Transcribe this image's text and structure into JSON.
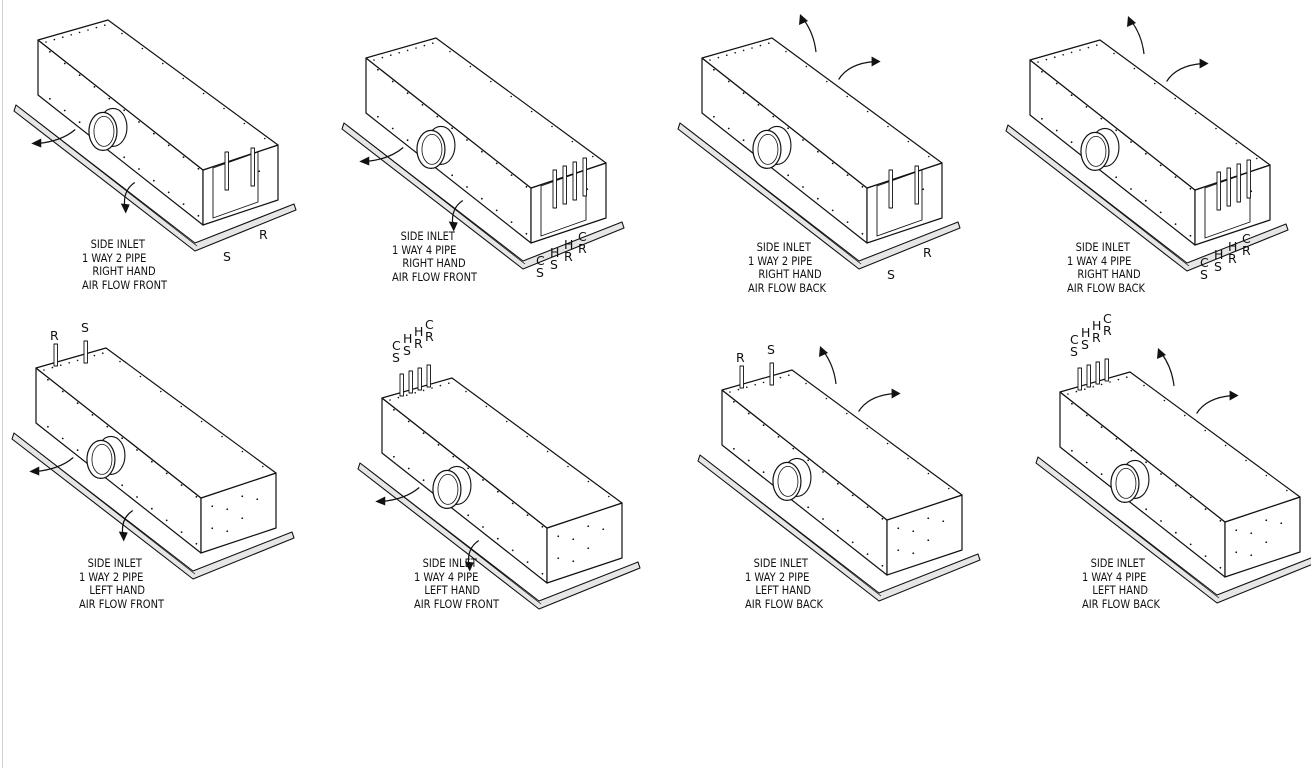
{
  "units": [
    {
      "id": "side-inlet-1way-2pipe-right-front",
      "caption": [
        "SIDE INLET",
        "1 WAY 2 PIPE",
        "RIGHT HAND",
        "AIR FLOW FRONT"
      ],
      "hand": "right",
      "airflow": "front",
      "pipe_labels": [
        "S",
        "R"
      ]
    },
    {
      "id": "side-inlet-1way-4pipe-right-front",
      "caption": [
        "SIDE INLET",
        "1 WAY 4 PIPE",
        "RIGHT HAND",
        "AIR FLOW FRONT"
      ],
      "hand": "right",
      "airflow": "front",
      "pipe_labels": [
        "C S",
        "H S",
        "H R",
        "C R"
      ]
    },
    {
      "id": "side-inlet-1way-2pipe-right-back",
      "caption": [
        "SIDE INLET",
        "1 WAY 2 PIPE",
        "RIGHT HAND",
        "AIR FLOW BACK"
      ],
      "hand": "right",
      "airflow": "back",
      "pipe_labels": [
        "S",
        "R"
      ]
    },
    {
      "id": "side-inlet-1way-4pipe-right-back",
      "caption": [
        "SIDE INLET",
        "1 WAY 4 PIPE",
        "RIGHT HAND",
        "AIR FLOW BACK"
      ],
      "hand": "right",
      "airflow": "back",
      "pipe_labels": [
        "C S",
        "H S",
        "H R",
        "C R"
      ]
    },
    {
      "id": "side-inlet-1way-2pipe-left-front",
      "caption": [
        "SIDE INLET",
        "1 WAY 2 PIPE",
        "LEFT HAND",
        "AIR FLOW FRONT"
      ],
      "hand": "left",
      "airflow": "front",
      "pipe_labels": [
        "R",
        "S"
      ]
    },
    {
      "id": "side-inlet-1way-4pipe-left-front",
      "caption": [
        "SIDE INLET",
        "1 WAY 4 PIPE",
        "LEFT HAND",
        "AIR FLOW FRONT"
      ],
      "hand": "left",
      "airflow": "front",
      "pipe_labels": [
        "C S",
        "H S",
        "H R",
        "C R"
      ]
    },
    {
      "id": "side-inlet-1way-2pipe-left-back",
      "caption": [
        "SIDE INLET",
        "1 WAY 2 PIPE",
        "LEFT HAND",
        "AIR FLOW BACK"
      ],
      "hand": "left",
      "airflow": "back",
      "pipe_labels": [
        "R",
        "S"
      ]
    },
    {
      "id": "side-inlet-1way-4pipe-left-back",
      "caption": [
        "SIDE INLET",
        "1 WAY 4 PIPE",
        "LEFT HAND",
        "AIR FLOW BACK"
      ],
      "hand": "left",
      "airflow": "back",
      "pipe_labels": [
        "C S",
        "H S",
        "H R",
        "C R"
      ]
    }
  ]
}
